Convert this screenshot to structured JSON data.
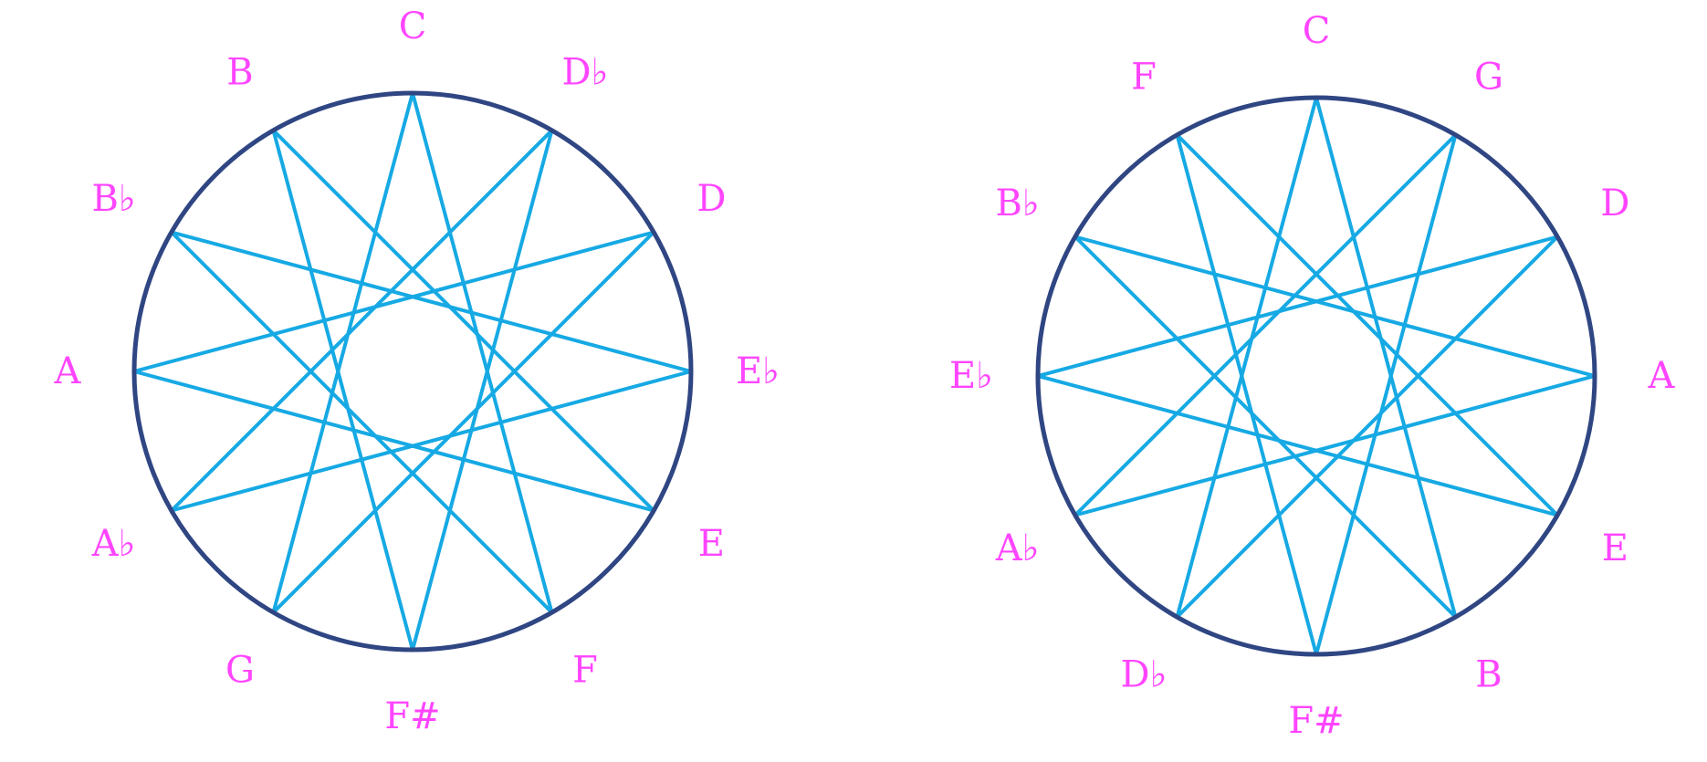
{
  "colors": {
    "circle": "#2f4683",
    "star": "#16a9e4",
    "label": "#ff45ff",
    "background": "#ffffff"
  },
  "diagrams": [
    {
      "id": "left",
      "labels": [
        "C",
        "D♭",
        "D",
        "E♭",
        "E",
        "F",
        "F#",
        "G",
        "A♭",
        "A",
        "B♭",
        "B"
      ]
    },
    {
      "id": "right",
      "labels": [
        "C",
        "G",
        "D",
        "A",
        "E",
        "B",
        "F#",
        "D♭",
        "A♭",
        "E♭",
        "B♭",
        "F"
      ]
    }
  ]
}
